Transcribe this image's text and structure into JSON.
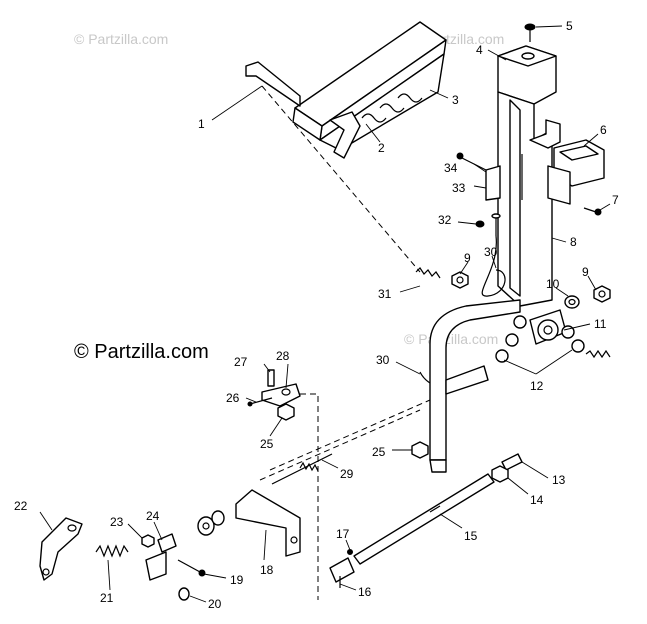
{
  "watermarks": {
    "top_left": "© Partzilla.com",
    "top_center": "© Partzilla.com",
    "middle_left": "© Partzilla.com",
    "middle_center": "© Partzilla.com"
  },
  "callouts": {
    "c1": "1",
    "c2": "2",
    "c3": "3",
    "c4": "4",
    "c5": "5",
    "c6": "6",
    "c7": "7",
    "c8": "8",
    "c9a": "9",
    "c9b": "9",
    "c10": "10",
    "c11": "11",
    "c12": "12",
    "c13": "13",
    "c14": "14",
    "c15": "15",
    "c16": "16",
    "c17": "17",
    "c18": "18",
    "c19": "19",
    "c20": "20",
    "c21": "21",
    "c22": "22",
    "c23": "23",
    "c24": "24",
    "c25a": "25",
    "c25b": "25",
    "c26": "26",
    "c27": "27",
    "c28": "28",
    "c29": "29",
    "c30a": "30",
    "c30b": "30",
    "c31": "31",
    "c32": "32",
    "c33": "33",
    "c34": "34"
  }
}
